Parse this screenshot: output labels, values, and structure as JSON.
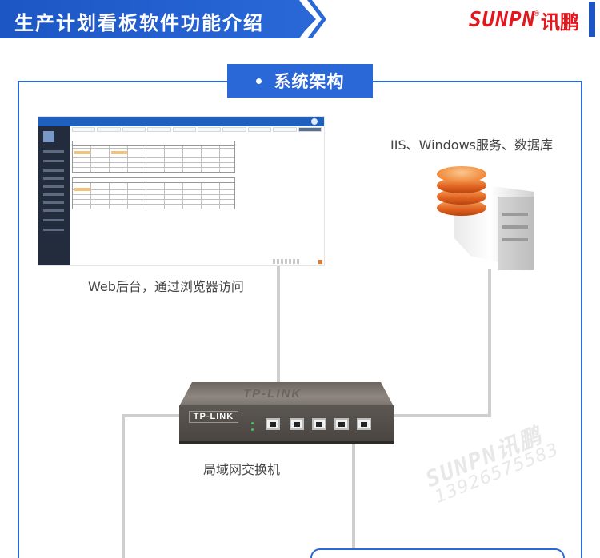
{
  "header": {
    "title": "生产计划看板软件功能介绍",
    "brand_latin": "SUNPN",
    "brand_registered": "®",
    "brand_cn": "讯鹏"
  },
  "section": {
    "title": "系统架构"
  },
  "nodes": {
    "web_label": "Web后台，通过浏览器访问",
    "server_label": "IIS、Windows服务、数据库",
    "switch_label": "局域网交换机",
    "switch_brand": "TP-LINK",
    "switch_brand_top": "TP-LINK"
  },
  "watermark": {
    "brand": "SUNPN讯鹏",
    "phone": "13926575583"
  },
  "colors": {
    "primary": "#2a68d8",
    "brand_red": "#e3171e",
    "wire": "#cfcfcf"
  }
}
